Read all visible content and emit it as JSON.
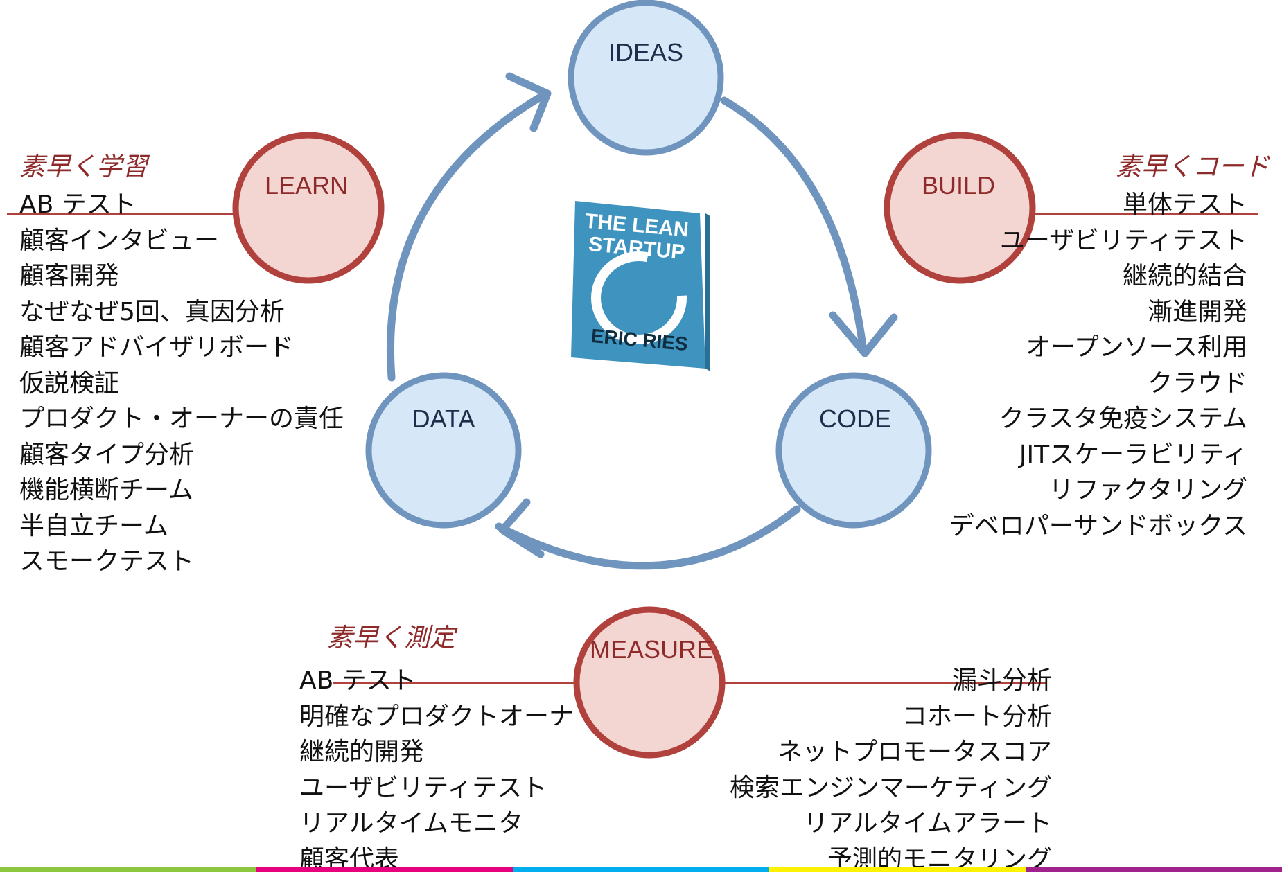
{
  "nodes": {
    "ideas": "IDEAS",
    "code": "CODE",
    "data": "DATA",
    "learn": "LEARN",
    "build": "BUILD",
    "measure": "MEASURE"
  },
  "book": {
    "title_line1": "THE LEAN",
    "title_line2": "STARTUP",
    "author": "ERIC RIES"
  },
  "learn_section": {
    "heading": "素早く学習",
    "items": [
      "AB テスト",
      "顧客インタビュー",
      "顧客開発",
      "なぜなぜ5回、真因分析",
      "顧客アドバイザリボード",
      "仮説検証",
      "プロダクト・オーナーの責任",
      "顧客タイプ分析",
      "機能横断チーム",
      "半自立チーム",
      "スモークテスト"
    ]
  },
  "build_section": {
    "heading": "素早くコード",
    "items": [
      "単体テスト",
      "ユーザビリティテスト",
      "継続的結合",
      "漸進開発",
      "オープンソース利用",
      "クラウド",
      "クラスタ免疫システム",
      "JITスケーラビリティ",
      "リファクタリング",
      "デベロパーサンドボックス"
    ]
  },
  "measure_section": {
    "heading": "素早く測定",
    "left_items": [
      "AB テスト",
      "明確なプロダクトオーナ",
      "継続的開発",
      "ユーザビリティテスト",
      "リアルタイムモニタ",
      "顧客代表"
    ],
    "right_items": [
      "漏斗分析",
      "コホート分析",
      "ネットプロモータスコア",
      "検索エンジンマーケティング",
      "リアルタイムアラート",
      "予測的モニタリング"
    ]
  },
  "colors": {
    "blue_fill": "#d6e7f7",
    "blue_stroke": "#6f94bd",
    "red_fill": "#f3d5d2",
    "red_stroke": "#b0413c",
    "heading": "#8e2a2a",
    "bottom_bar": [
      "#8dc63f",
      "#e6007e",
      "#00aeef",
      "#fff200",
      "#a0228c"
    ]
  }
}
